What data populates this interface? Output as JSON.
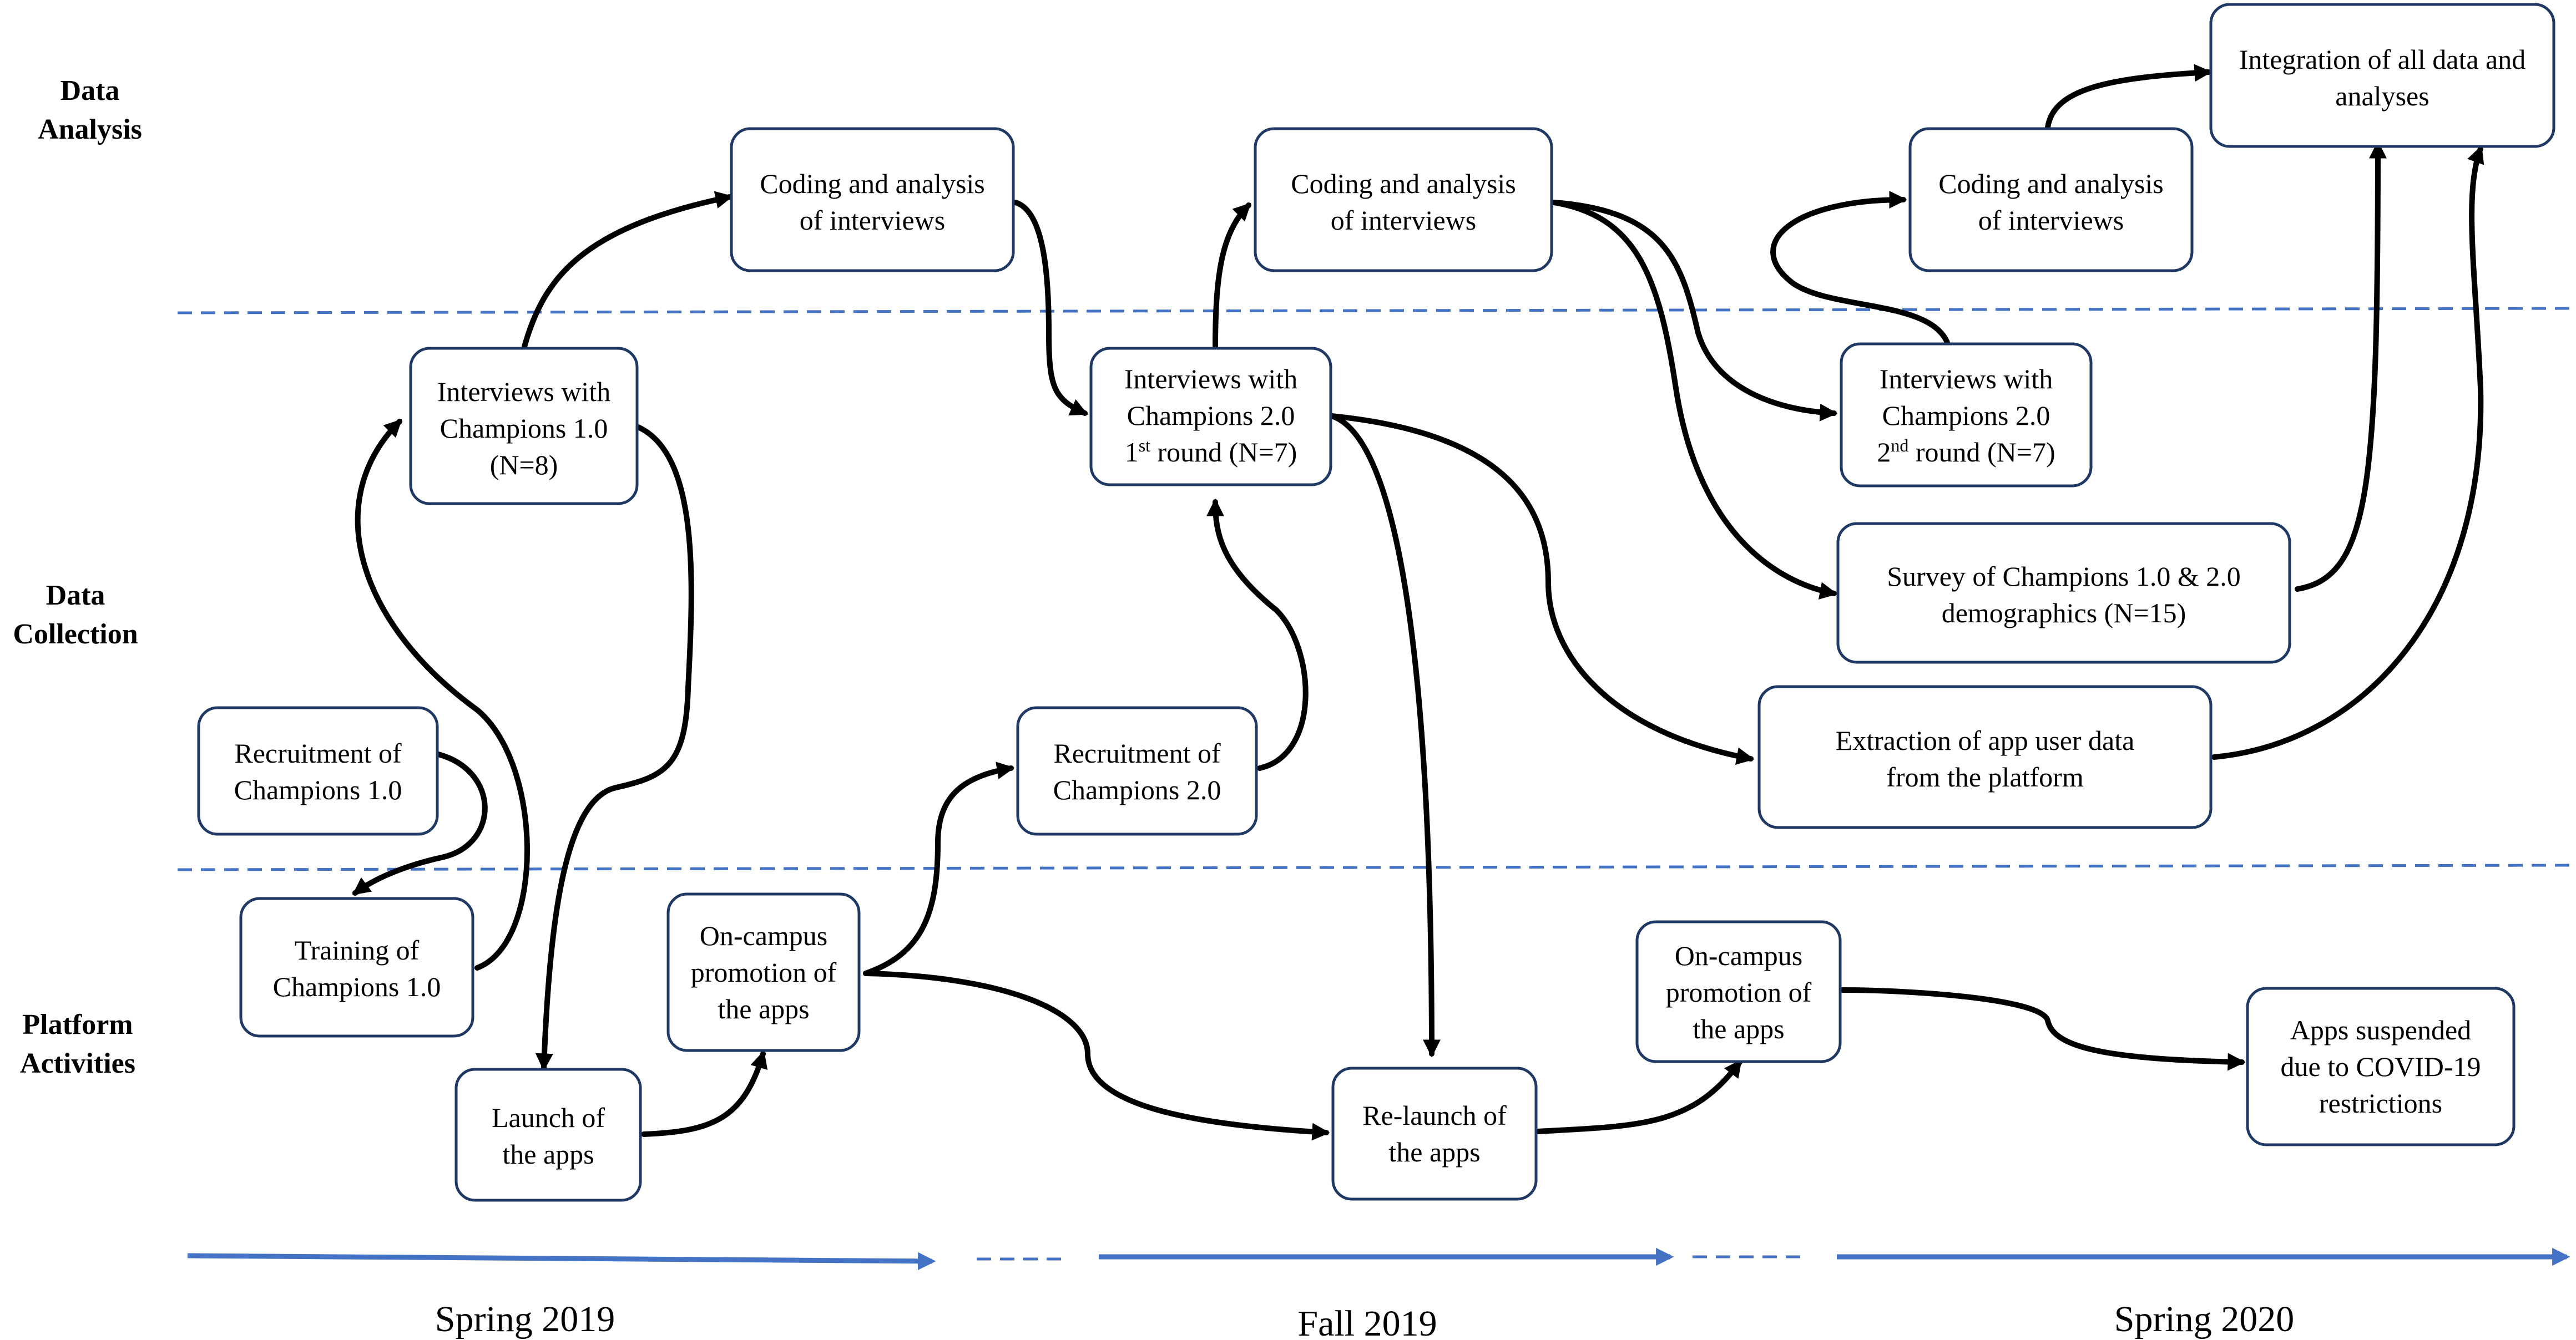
{
  "lanes": {
    "analysis": [
      "Data",
      "Analysis"
    ],
    "collection": [
      "Data",
      "Collection"
    ],
    "platform": [
      "Platform",
      "Activities"
    ]
  },
  "periods": [
    "Spring 2019",
    "Fall 2019",
    "Spring 2020"
  ],
  "nodes": {
    "recruit1": [
      "Recruitment of",
      "Champions 1.0"
    ],
    "training1": [
      "Training of",
      "Champions 1.0"
    ],
    "interviews1": [
      "Interviews with",
      "Champions 1.0",
      "(N=8)"
    ],
    "coding1": [
      "Coding and analysis",
      "of interviews"
    ],
    "launch": [
      "Launch of",
      "the apps"
    ],
    "promo1": [
      "On-campus",
      "promotion of",
      "the apps"
    ],
    "recruit2": [
      "Recruitment of",
      "Champions 2.0"
    ],
    "interviews2a": {
      "l1": "Interviews with",
      "l2": "Champions 2.0",
      "l3_pre": "1",
      "l3_sup": "st",
      "l3_post": " round (N=7)"
    },
    "coding2": [
      "Coding and analysis",
      "of interviews"
    ],
    "relaunch": [
      "Re-launch of",
      "the apps"
    ],
    "promo2": [
      "On-campus",
      "promotion of",
      "the apps"
    ],
    "interviews2b": {
      "l1": "Interviews with",
      "l2": "Champions 2.0",
      "l3_pre": "2",
      "l3_sup": "nd",
      "l3_post": " round (N=7)"
    },
    "coding3": [
      "Coding and analysis",
      "of interviews"
    ],
    "survey": [
      "Survey of Champions 1.0 & 2.0",
      "demographics (N=15)"
    ],
    "extraction": [
      "Extraction of app user data",
      "from the platform"
    ],
    "integration": [
      "Integration of all data and",
      "analyses"
    ],
    "suspended": [
      "Apps suspended",
      "due to COVID-19",
      "restrictions"
    ]
  },
  "colors": {
    "box_border": "#1f3864",
    "divider": "#4472c4",
    "timeline": "#4472c4",
    "arrow": "#000000"
  }
}
